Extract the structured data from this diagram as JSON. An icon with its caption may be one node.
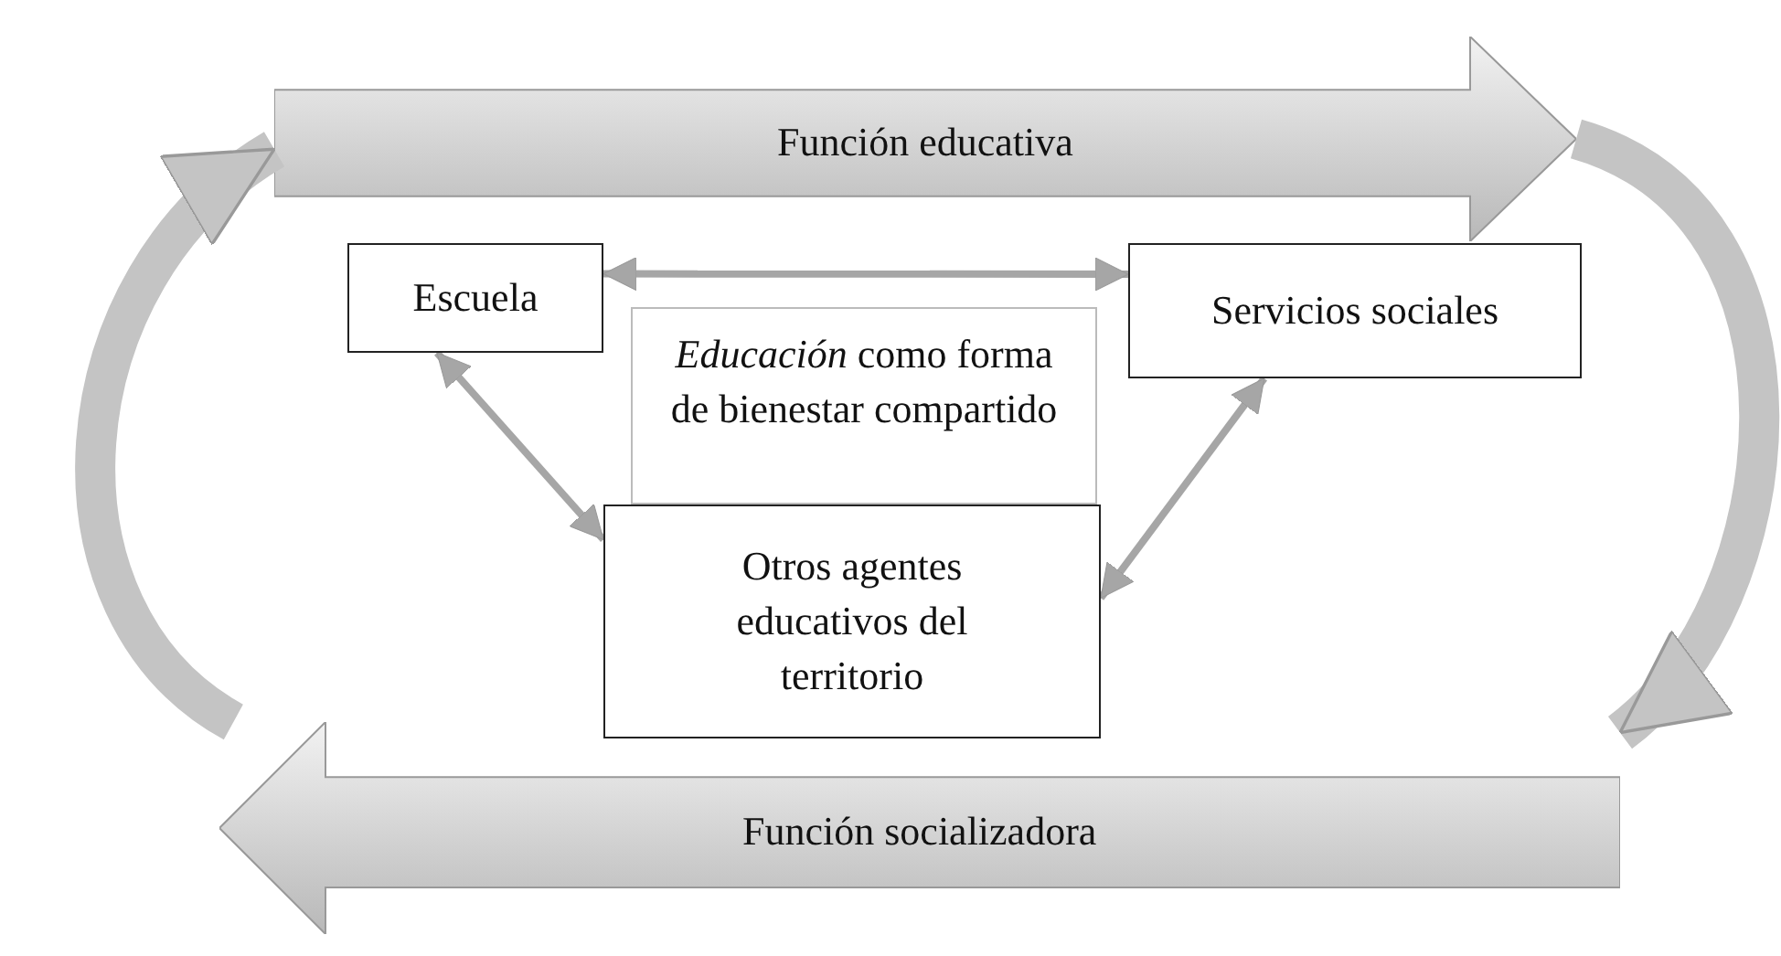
{
  "diagram": {
    "nodes": [
      {
        "text": [
          "Función educativa"
        ]
      },
      {
        "text": [
          "Escuela"
        ]
      },
      {
        "text": [
          "Servicios sociales"
        ]
      },
      {
        "text": [
          "*Educación* como forma de bienestar compartido"
        ]
      },
      {
        "text": [
          "Otros agentes educativos del territorio"
        ]
      },
      {
        "text": [
          "Función socializadora"
        ]
      }
    ],
    "edges": [
      {
        "from": 1,
        "to": 2,
        "arrow": "both"
      },
      {
        "from": 1,
        "to": 4,
        "arrow": "both"
      },
      {
        "from": 2,
        "to": 4,
        "arrow": "both"
      },
      {
        "from": 0,
        "to": 5,
        "arrow": "to",
        "style": "thick"
      },
      {
        "from": 5,
        "to": 0,
        "arrow": "to",
        "style": "thick"
      }
    ]
  }
}
